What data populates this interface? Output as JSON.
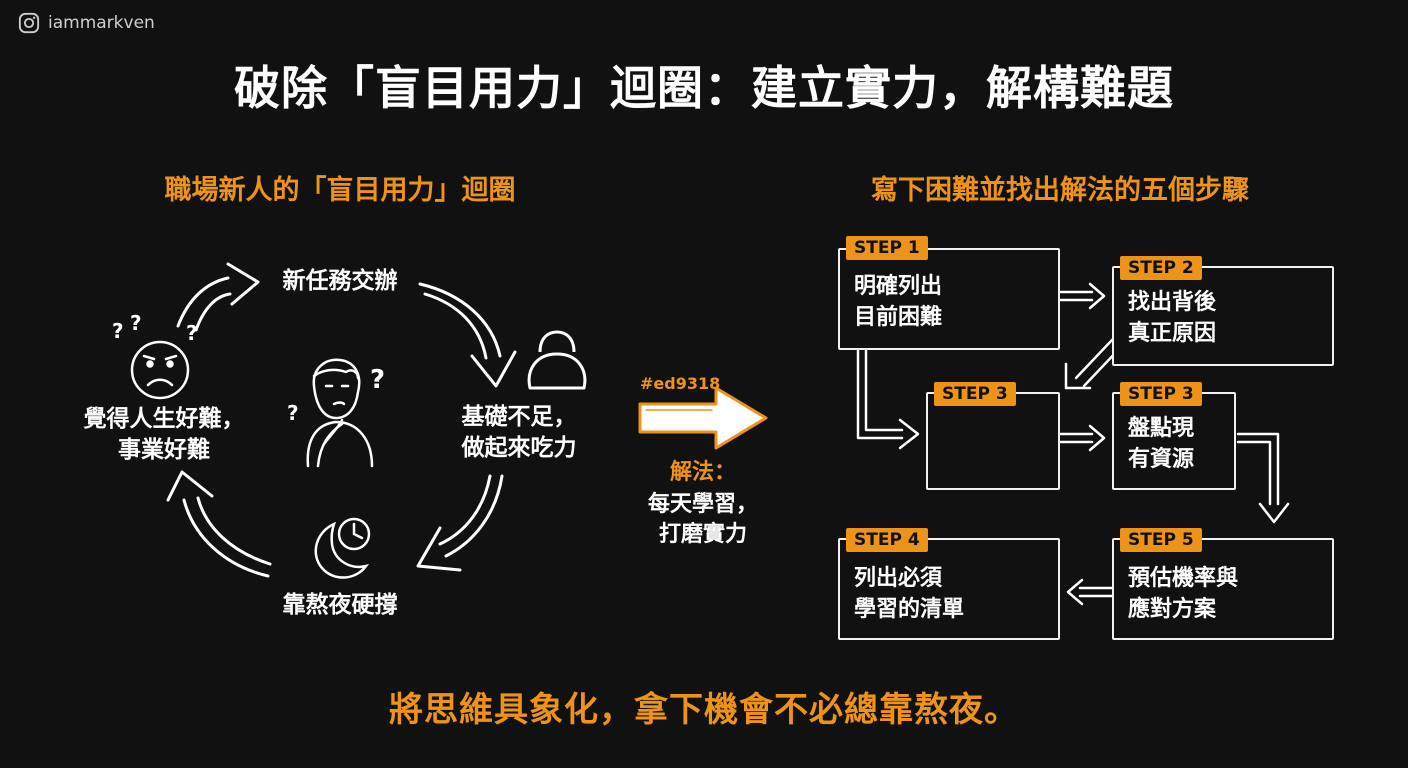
{
  "handle": "iammarkven",
  "title": "破除「盲目用力」迴圈：建立實力，解構難題",
  "left_section": {
    "title": "職場新人的「盲目用力」迴圈",
    "nodes": {
      "top": "新任務交辦",
      "right": [
        "基礎不足，",
        "做起來吃力"
      ],
      "bottom": "靠熬夜硬撐",
      "left": [
        "覺得人生好難，",
        "事業好難"
      ]
    }
  },
  "middle": {
    "arrow_label": "#ed9318",
    "solution_label": "解法：",
    "solution_text": [
      "每天學習，",
      "打磨實力"
    ]
  },
  "right_section": {
    "title": "寫下困難並找出解法的五個步驟",
    "steps": [
      {
        "tag": "STEP 1",
        "text": [
          "明確列出",
          "目前困難"
        ]
      },
      {
        "tag": "STEP 2",
        "text": [
          "找出背後",
          "真正原因"
        ]
      },
      {
        "tag": "STEP 3",
        "text": []
      },
      {
        "tag": "STEP 3",
        "text": [
          "盤點現",
          "有資源"
        ]
      },
      {
        "tag": "STEP 4",
        "text": [
          "列出必須",
          "學習的清單"
        ]
      },
      {
        "tag": "STEP 5",
        "text": [
          "預估機率與",
          "應對方案"
        ]
      }
    ]
  },
  "footer": "將思維具象化，拿下機會不必總靠熬夜。",
  "colors": {
    "accent": "#ed9318",
    "background": "#111111",
    "text": "#ffffff"
  }
}
